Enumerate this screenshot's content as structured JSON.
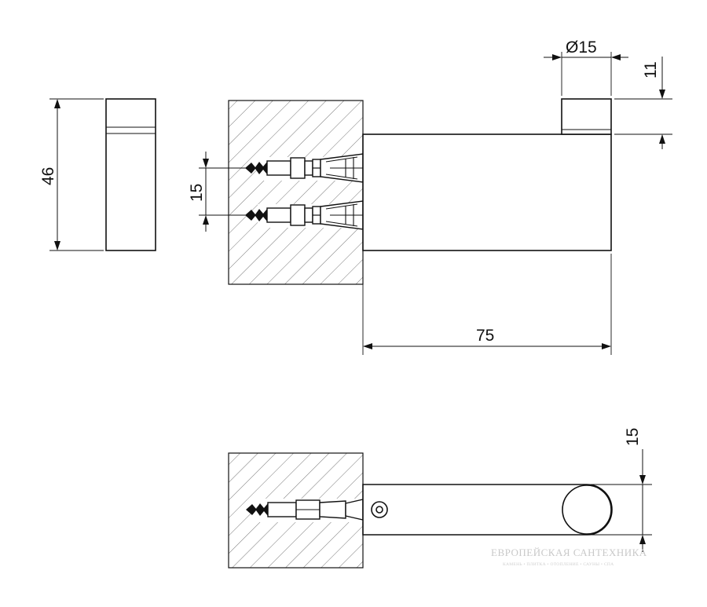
{
  "dimensions": {
    "diameter": "Ø15",
    "cap_height": "11",
    "height": "46",
    "screw_spacing": "15",
    "length": "75",
    "depth": "15"
  },
  "watermark": {
    "brand": "ЕВРОПЕЙСКАЯ САНТЕХНИКА",
    "tagline": "КАМЕНЬ • ПЛИТКА • ОТОПЛЕНИЕ • САУНЫ • СПА"
  },
  "colors": {
    "line": "#111111",
    "hatch": "#555555",
    "watermark": "#c9c9c9"
  }
}
